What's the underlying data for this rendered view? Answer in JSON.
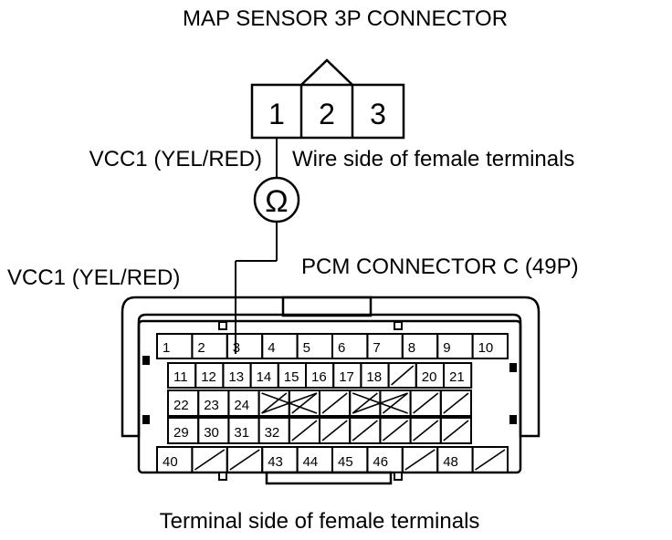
{
  "map_connector": {
    "title": "MAP SENSOR 3P CONNECTOR",
    "pins": [
      "1",
      "2",
      "3"
    ],
    "wire_label": "VCC1 (YEL/RED)",
    "side_label": "Wire side of female terminals"
  },
  "meter": {
    "symbol": "Ω"
  },
  "pcm_connector": {
    "title": "PCM CONNECTOR C (49P)",
    "wire_label": "VCC1 (YEL/RED)",
    "side_label": "Terminal side of female terminals",
    "probed_pin": "3",
    "rows": [
      [
        "1",
        "2",
        "3",
        "4",
        "5",
        "6",
        "7",
        "8",
        "9",
        "10"
      ],
      [
        "11",
        "12",
        "13",
        "14",
        "15",
        "16",
        "17",
        "18",
        "",
        "20",
        "21"
      ],
      [
        "22",
        "23",
        "24",
        "",
        "",
        "",
        "",
        "",
        "",
        ""
      ],
      [
        "29",
        "30",
        "31",
        "32",
        "",
        "",
        "",
        "",
        "",
        ""
      ],
      [
        "40",
        "",
        "",
        "43",
        "44",
        "45",
        "46",
        "",
        "48",
        ""
      ]
    ]
  }
}
